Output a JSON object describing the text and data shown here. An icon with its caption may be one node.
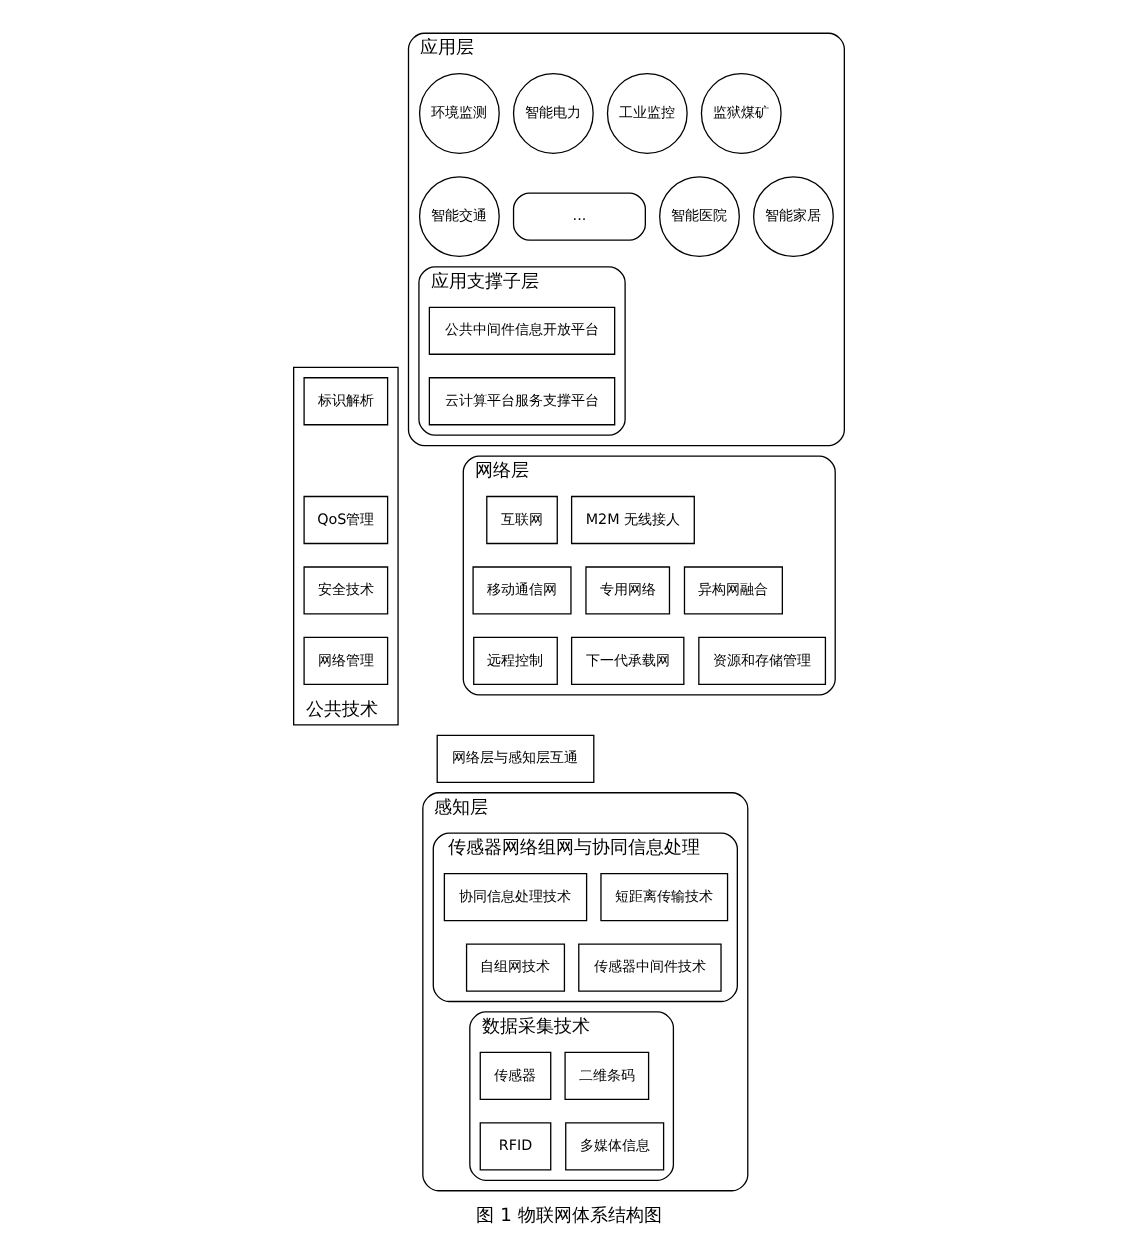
{
  "diagram": {
    "caption": "图 1 物联网体系结构图",
    "nodes": [
      {
        "text": [
          "应用层"
        ]
      },
      {
        "text": [
          "环境监测"
        ],
        "in": 0
      },
      {
        "text": [
          "智能电力"
        ],
        "in": 0
      },
      {
        "text": [
          "智能交通"
        ],
        "in": 0
      },
      {
        "text": [
          "..."
        ],
        "in": 0
      },
      {
        "text": [
          "工业监控"
        ],
        "in": 0
      },
      {
        "text": [
          "智能医院"
        ],
        "in": 0
      },
      {
        "text": [
          "监狱煤矿"
        ],
        "in": 0
      },
      {
        "text": [
          "智能家居"
        ],
        "in": 0
      },
      {
        "text": [
          "应用支撑子层"
        ],
        "in": 0
      },
      {
        "text": [
          "公共中间件信息开放平台"
        ],
        "in": 9
      },
      {
        "text": [
          "云计算平台服务支撑平台"
        ],
        "in": 9
      },
      {
        "text": [
          "网络层"
        ]
      },
      {
        "text": [
          "互联网"
        ],
        "in": 12
      },
      {
        "text": [
          "M2M 无线接人"
        ],
        "in": 12
      },
      {
        "text": [
          "移动通信网"
        ],
        "in": 12
      },
      {
        "text": [
          "专用网络"
        ],
        "in": 12
      },
      {
        "text": [
          "异构网融合"
        ],
        "in": 12
      },
      {
        "text": [
          "远程控制"
        ],
        "in": 12
      },
      {
        "text": [
          "下一代承载网"
        ],
        "in": 12
      },
      {
        "text": [
          "资源和存储管理"
        ],
        "in": 12
      },
      {
        "text": [
          "网络层与感知层互通"
        ]
      },
      {
        "text": [
          "感知层"
        ]
      },
      {
        "text": [
          "传感器网络组网与协同信息处理"
        ],
        "in": 22
      },
      {
        "text": [
          "协同信息处理技术"
        ],
        "in": 23
      },
      {
        "text": [
          "短距离传输技术"
        ],
        "in": 23
      },
      {
        "text": [
          "自组网技术"
        ],
        "in": 23
      },
      {
        "text": [
          "传感器中间件技术"
        ],
        "in": 23
      },
      {
        "text": [
          "数据采集技术"
        ],
        "in": 22
      },
      {
        "text": [
          "传感器"
        ],
        "in": 28
      },
      {
        "text": [
          "二维条码"
        ],
        "in": 28
      },
      {
        "text": [
          "RFID"
        ],
        "in": 28
      },
      {
        "text": [
          "多媒体信息"
        ],
        "in": 28
      },
      {
        "text": [
          "公共技术"
        ]
      },
      {
        "text": [
          "标识解析"
        ],
        "in": 33
      },
      {
        "text": [
          "QoS管理"
        ],
        "in": 33
      },
      {
        "text": [
          "安全技术"
        ],
        "in": 33
      },
      {
        "text": [
          "网络管理"
        ],
        "in": 33
      }
    ]
  }
}
